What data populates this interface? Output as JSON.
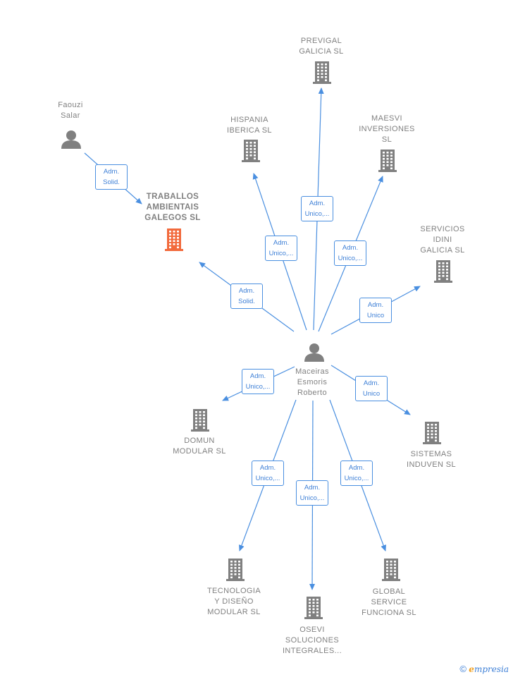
{
  "colors": {
    "edge": "#4a8fe0",
    "building": "#808080",
    "building_highlight": "#f26a3c",
    "person": "#808080"
  },
  "nodes": [
    {
      "id": "maceiras",
      "type": "person",
      "label": "Maceiras\nEsmoris\nRoberto",
      "icon": "person-icon"
    },
    {
      "id": "faouzi",
      "type": "person",
      "label": "Faouzi\nSalar",
      "icon": "person-icon"
    },
    {
      "id": "traballos",
      "type": "company",
      "label": "TRABALLOS\nAMBIENTAIS\nGALEGOS SL",
      "icon": "building-icon",
      "highlight": true
    },
    {
      "id": "hispania",
      "type": "company",
      "label": "HISPANIA\nIBERICA SL",
      "icon": "building-icon"
    },
    {
      "id": "previgal",
      "type": "company",
      "label": "PREVIGAL\nGALICIA SL",
      "icon": "building-icon"
    },
    {
      "id": "maesvi",
      "type": "company",
      "label": "MAESVI\nINVERSIONES\nSL",
      "icon": "building-icon"
    },
    {
      "id": "servicios",
      "type": "company",
      "label": "SERVICIOS\nIDINI\nGALICIA SL",
      "icon": "building-icon"
    },
    {
      "id": "domun",
      "type": "company",
      "label": "DOMUN\nMODULAR SL",
      "icon": "building-icon"
    },
    {
      "id": "sistemas",
      "type": "company",
      "label": "SISTEMAS\nINDUVEN SL",
      "icon": "building-icon"
    },
    {
      "id": "tecnologia",
      "type": "company",
      "label": "TECNOLOGIA\nY DISEÑO\nMODULAR SL",
      "icon": "building-icon"
    },
    {
      "id": "osevi",
      "type": "company",
      "label": "OSEVI\nSOLUCIONES\nINTEGRALES...",
      "icon": "building-icon"
    },
    {
      "id": "global",
      "type": "company",
      "label": "GLOBAL\nSERVICE\nFUNCIONA SL",
      "icon": "building-icon"
    }
  ],
  "edges": [
    {
      "from": "faouzi",
      "to": "traballos",
      "label": "Adm.\nSolid."
    },
    {
      "from": "maceiras",
      "to": "traballos",
      "label": "Adm.\nSolid."
    },
    {
      "from": "maceiras",
      "to": "hispania",
      "label": "Adm.\nUnico,..."
    },
    {
      "from": "maceiras",
      "to": "previgal",
      "label": "Adm.\nUnico,..."
    },
    {
      "from": "maceiras",
      "to": "maesvi",
      "label": "Adm.\nUnico,..."
    },
    {
      "from": "maceiras",
      "to": "servicios",
      "label": "Adm.\nUnico"
    },
    {
      "from": "maceiras",
      "to": "domun",
      "label": "Adm.\nUnico,..."
    },
    {
      "from": "maceiras",
      "to": "sistemas",
      "label": "Adm.\nUnico"
    },
    {
      "from": "maceiras",
      "to": "tecnologia",
      "label": "Adm.\nUnico,..."
    },
    {
      "from": "maceiras",
      "to": "osevi",
      "label": "Adm.\nUnico,..."
    },
    {
      "from": "maceiras",
      "to": "global",
      "label": "Adm.\nUnico,..."
    }
  ],
  "footer": {
    "copyright": "©",
    "brand_initial": "e",
    "brand_rest": "mpresia"
  }
}
